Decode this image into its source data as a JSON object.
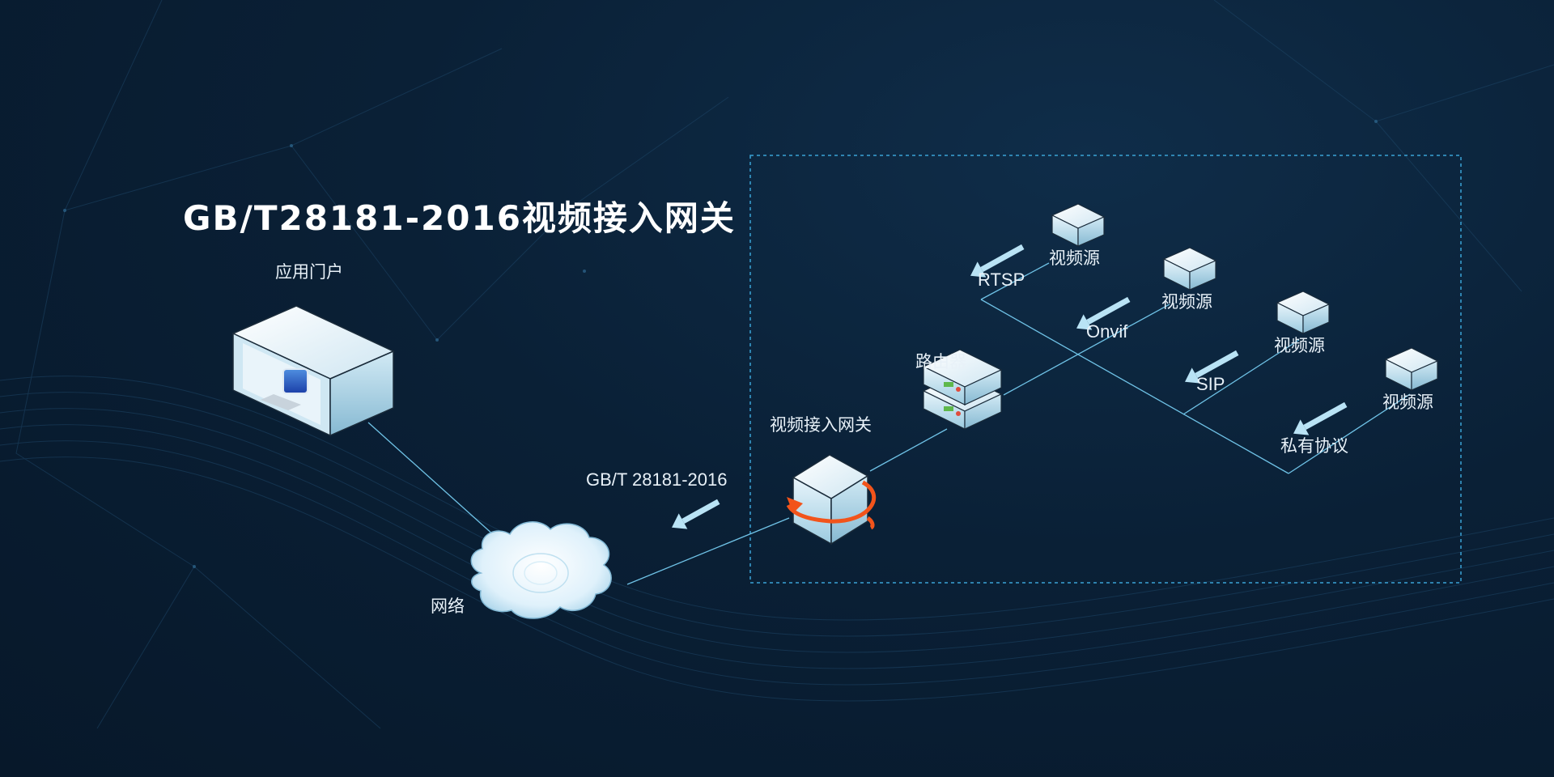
{
  "title": "GB/T28181-2016视频接入网关",
  "nodes": {
    "portal": "应用门户",
    "network": "网络",
    "gateway": "视频接入网关",
    "router": "路由器",
    "source1": "视频源",
    "source2": "视频源",
    "source3": "视频源",
    "source4": "视频源"
  },
  "protocols": {
    "gb": "GB/T 28181-2016",
    "rtsp": "RTSP",
    "onvif": "Onvif",
    "sip": "SIP",
    "private": "私有协议"
  },
  "colors": {
    "background": "#0a2036",
    "line": "#6fc2e6",
    "dashed_box": "#3aa3d6",
    "arrow": "#b9e3f5",
    "cycle_arrow": "#f2541b",
    "text": "#e8f1f8"
  },
  "icons": [
    "workstation-icon",
    "cloud-icon",
    "gateway-cube-icon",
    "router-icon",
    "video-source-icon"
  ]
}
